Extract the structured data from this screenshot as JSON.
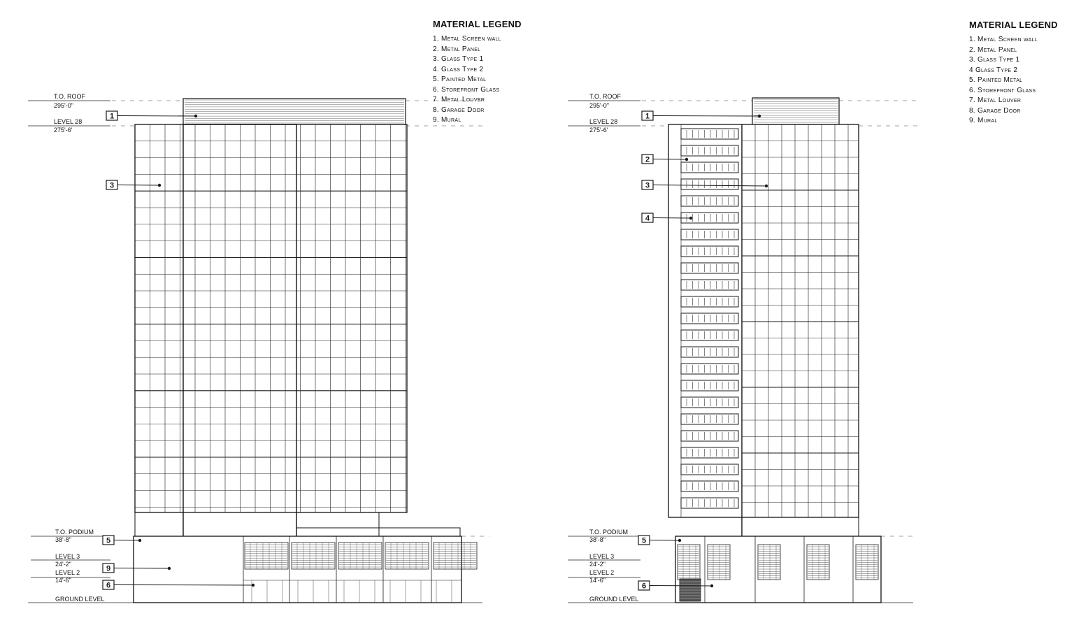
{
  "legend_title": "MATERIAL LEGEND",
  "legend_items": [
    "1. Metal Screen wall",
    "2. Metal Panel",
    "3. Glass Type 1",
    "4. Glass Type 2",
    "5. Painted Metal",
    "6. Storefront Glass",
    "7. Metal Louver",
    "8. Garage Door",
    "9. Mural"
  ],
  "legend_items_right": [
    "1. Metal Screen wall",
    "2. Metal Panel",
    "3. Glass Type 1",
    "4  Glass Type 2",
    "5. Painted Metal",
    "6. Storefront Glass",
    "7. Metal Louver",
    "8. Garage Door",
    "9. Mural"
  ],
  "levels": [
    {
      "name": "T.O. ROOF",
      "elev": "295'-0\""
    },
    {
      "name": "LEVEL 28",
      "elev": "275'-6'"
    },
    {
      "name": "T.O. PODIUM",
      "elev": "38'-8\""
    },
    {
      "name": "LEVEL 3",
      "elev": "24'-2\""
    },
    {
      "name": "LEVEL 2",
      "elev": "14'-6\""
    },
    {
      "name": "GROUND LEVEL",
      "elev": ""
    }
  ],
  "elevations": [
    {
      "tags": [
        "1",
        "3",
        "5",
        "9",
        "6"
      ]
    },
    {
      "tags": [
        "1",
        "2",
        "3",
        "4",
        "5",
        "6"
      ]
    }
  ],
  "colors": {
    "line": "#1a1a1a",
    "paper": "#ffffff"
  }
}
